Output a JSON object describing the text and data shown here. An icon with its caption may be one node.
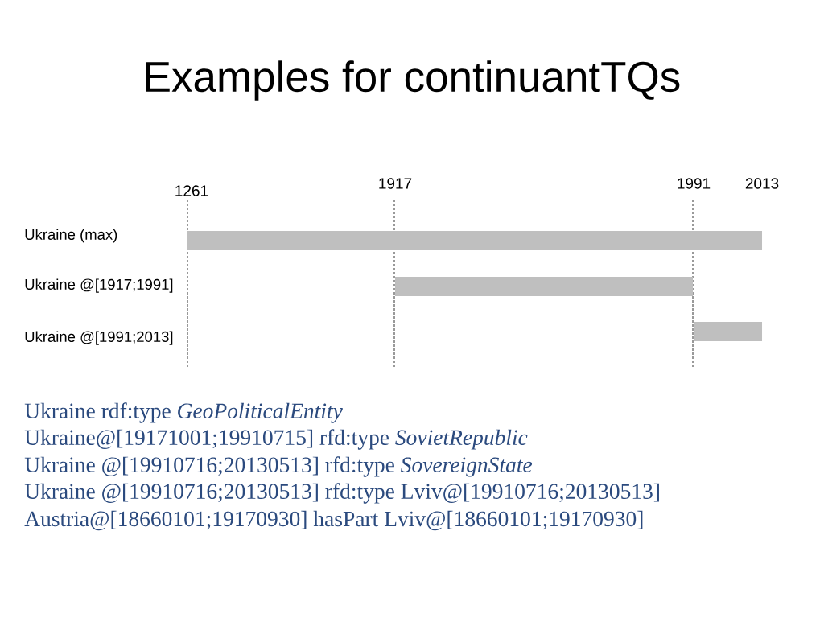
{
  "diagram": {
    "title": "Examples for continuantTQs",
    "nodes": [
      {
        "text": [],
        "shape": "bar"
      },
      {
        "text": [],
        "shape": "bar"
      },
      {
        "text": [],
        "shape": "bar"
      }
    ],
    "labels": [
      "1261",
      "1917",
      "1991",
      "2013",
      "Ukraine (max)",
      "Ukraine @[1917;1991]",
      "Ukraine @[1991;2013]",
      "Ukraine rdf:type *GeoPoliticalEntity*",
      "Ukraine@[19171001;19910715] rfd:type *SovietRepublic*",
      "Ukraine @[19910716;20130513] rfd:type *SovereignState*",
      "Ukraine @[19910716;20130513] rfd:type Lviv@[19910716;20130513]",
      "Austria@[18660101;19170930] hasPart Lviv@[18660101;19170930]"
    ]
  }
}
